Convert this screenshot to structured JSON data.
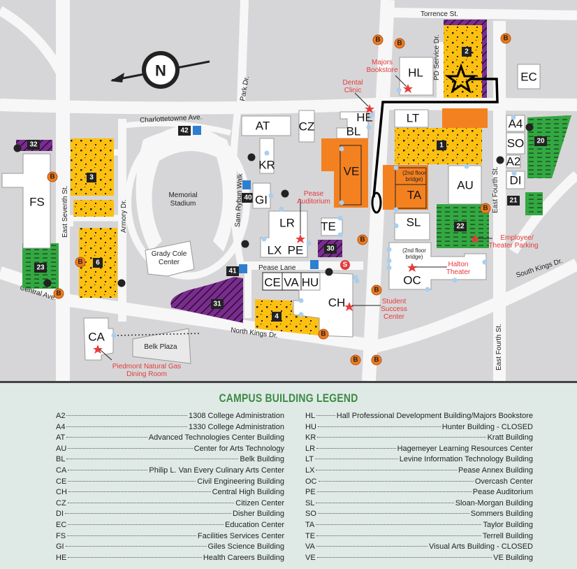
{
  "map": {
    "compass_label": "N",
    "streets": {
      "torrence": "Torrence St.",
      "charlottetowne": "Charlottetowne Ave.",
      "park": "Park Dr.",
      "pd_service": "PD Service Dr.",
      "east_seventh": "East Seventh St.",
      "armory": "Armory Dr.",
      "sam_rybun": "Sam Rybun Walk",
      "pease_lane": "Pease Lane",
      "central": "Central Ave.",
      "north_kings": "North Kings Dr.",
      "south_kings": "South Kings Dr.",
      "east_fourth_upper": "East Fourth St.",
      "east_fourth_lower": "East Fourth St."
    },
    "buildings": {
      "HL": "HL",
      "EC": "EC",
      "LT": "LT",
      "HE": "HE",
      "BL": "BL",
      "AT": "AT",
      "CZ": "CZ",
      "A4": "A4",
      "SO": "SO",
      "A2": "A2",
      "DI": "DI",
      "AU": "AU",
      "VE": "VE",
      "TA": "TA",
      "KR": "KR",
      "GI": "GI",
      "LR": "LR",
      "LX": "LX",
      "PE": "PE",
      "TE": "TE",
      "SL": "SL",
      "OC": "OC",
      "CE": "CE",
      "VA": "VA",
      "HU": "HU",
      "CH": "CH",
      "FS": "FS",
      "CA": "CA"
    },
    "landmarks": {
      "stadium_line1": "Memorial",
      "stadium_line2": "Stadium",
      "grady_line1": "Grady Cole",
      "grady_line2": "Center",
      "belk_plaza": "Belk Plaza",
      "bridge_ta_1": "(2nd floor",
      "bridge_ta_2": "bridge)",
      "bridge_oc_1": "(2nd floor",
      "bridge_oc_2": "bridge)"
    },
    "poi": {
      "majors_1": "Majors",
      "majors_2": "Bookstore",
      "dental_1": "Dental",
      "dental_2": "Clinic",
      "pease_1": "Pease",
      "pease_2": "Auditorium",
      "employee_1": "Employee/",
      "employee_2": "Theater Parking",
      "halton_1": "Halton",
      "halton_2": "Theater",
      "student_1": "Student",
      "student_2": "Success",
      "student_3": "Center",
      "piedmont_1": "Piedmont Natural Gas",
      "piedmont_2": "Dining Room"
    },
    "lots": {
      "l1": "1",
      "l2": "2",
      "l3": "3",
      "l4": "4",
      "l6": "6",
      "l20": "20",
      "l21": "21",
      "l22": "22",
      "l23": "23",
      "l30": "30",
      "l31": "31",
      "l32": "32",
      "l40": "40",
      "l41": "41",
      "l42": "42"
    },
    "bus_label": "B",
    "shuttle_label": "S",
    "colors": {
      "parking_yellow": "#fdc010",
      "parking_purple": "#7a2c8f",
      "parking_green": "#33a842",
      "building_orange": "#f48120",
      "poi_red": "#e53b3b",
      "bus_orange": "#f07b1d",
      "road": "#f7f7f7",
      "block": "#d6d6d8"
    }
  },
  "legend": {
    "title": "CAMPUS BUILDING LEGEND",
    "left": [
      {
        "code": "A2",
        "name": "1308 College Administration"
      },
      {
        "code": "A4",
        "name": "1330 College Administration"
      },
      {
        "code": "AT",
        "name": "Advanced Technologies Center Building"
      },
      {
        "code": "AU",
        "name": "Center for Arts Technology"
      },
      {
        "code": "BL",
        "name": "Belk Building"
      },
      {
        "code": "CA",
        "name": "Philip L. Van Every Culinary Arts Center"
      },
      {
        "code": "CE",
        "name": "Civil Engineering Building"
      },
      {
        "code": "CH",
        "name": "Central High Building"
      },
      {
        "code": "CZ",
        "name": "Citizen Center"
      },
      {
        "code": "DI",
        "name": "Disher Building"
      },
      {
        "code": "EC",
        "name": "Education Center"
      },
      {
        "code": "FS",
        "name": "Facilities Services Center"
      },
      {
        "code": "GI",
        "name": "Giles Science Building"
      },
      {
        "code": "HE",
        "name": "Health Careers Building"
      }
    ],
    "right": [
      {
        "code": "HL",
        "name": "Hall Professional Development Building/Majors Bookstore"
      },
      {
        "code": "HU",
        "name": "Hunter Building - CLOSED"
      },
      {
        "code": "KR",
        "name": "Kratt Building"
      },
      {
        "code": "LR",
        "name": "Hagemeyer Learning Resources Center"
      },
      {
        "code": "LT",
        "name": "Levine Information Technology Building"
      },
      {
        "code": "LX",
        "name": "Pease Annex Building"
      },
      {
        "code": "OC",
        "name": "Overcash Center"
      },
      {
        "code": "PE",
        "name": "Pease Auditorium"
      },
      {
        "code": "SL",
        "name": "Sloan-Morgan Building"
      },
      {
        "code": "SO",
        "name": "Sommers Building"
      },
      {
        "code": "TA",
        "name": "Taylor Building"
      },
      {
        "code": "TE",
        "name": "Terrell Building"
      },
      {
        "code": "VA",
        "name": "Visual Arts Building - CLOSED"
      },
      {
        "code": "VE",
        "name": "VE Building"
      }
    ]
  }
}
